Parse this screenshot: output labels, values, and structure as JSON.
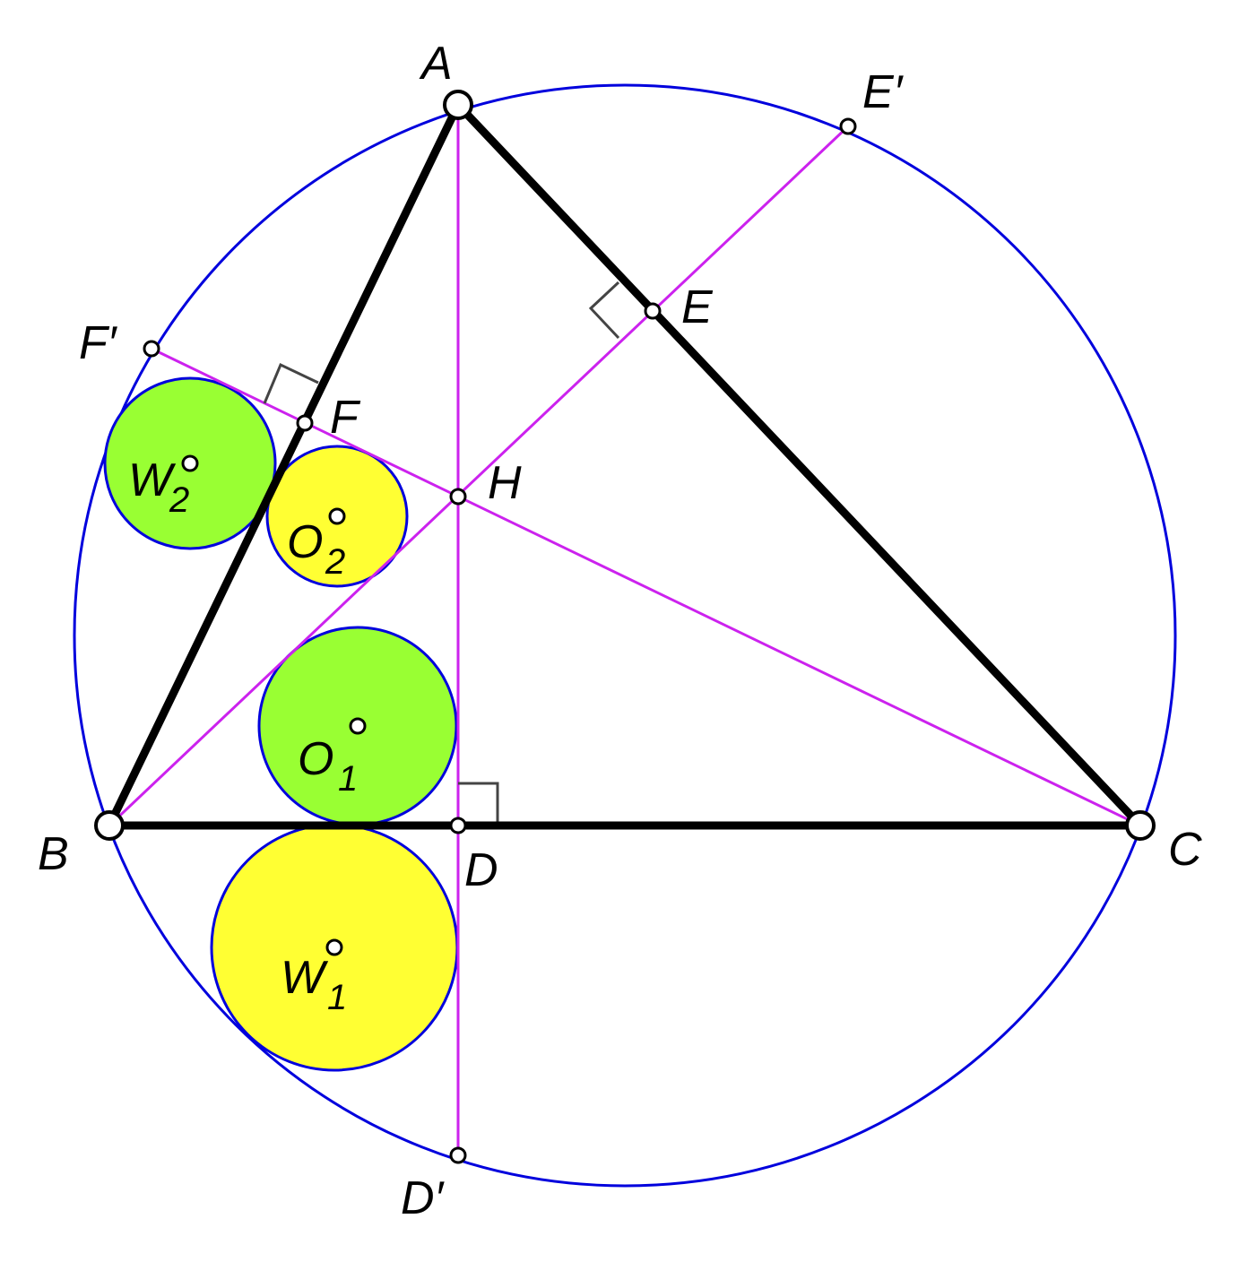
{
  "colors": {
    "circumcircle": "#0000dd",
    "altitudes": "#cc22ee",
    "triangle": "#000000",
    "green_fill": "#99ff33",
    "yellow_fill": "#ffff33",
    "circle_stroke": "#0000dd",
    "right_angle_mark": "#444444"
  },
  "labels": {
    "A": "A",
    "B": "B",
    "C": "C",
    "D": "D",
    "E": "E",
    "F": "F",
    "H": "H",
    "D_prime": "D′",
    "E_prime": "E′",
    "F_prime": "F′",
    "W1": "W",
    "W1_sub": "1",
    "W2": "W",
    "W2_sub": "2",
    "O1": "O",
    "O1_sub": "1",
    "O2": "O",
    "O2_sub": "2"
  }
}
